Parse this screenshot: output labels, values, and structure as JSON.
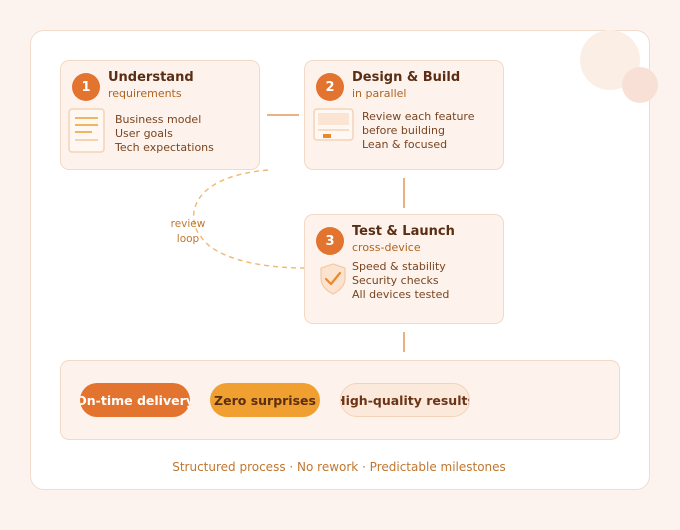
{
  "steps": [
    {
      "number": "1",
      "title": "Understand",
      "subtitle": "requirements",
      "lines": [
        "Business model",
        "User goals",
        "Tech expectations"
      ],
      "icon": "document-icon"
    },
    {
      "number": "2",
      "title": "Design & Build",
      "subtitle": "in parallel",
      "lines": [
        "Review each feature",
        "before building",
        "Lean & focused"
      ],
      "icon": "browser-window-icon"
    },
    {
      "number": "3",
      "title": "Test & Launch",
      "subtitle": "cross-device",
      "lines": [
        "Speed & stability",
        "Security checks",
        "All devices tested"
      ],
      "icon": "shield-check-icon"
    }
  ],
  "loop": {
    "line1": "review",
    "line2": "loop"
  },
  "outcomes": [
    "On-time delivery",
    "Zero surprises",
    "High-quality results"
  ],
  "footer": "Structured process · No rework · Predictable milestones",
  "colors": {
    "accent": "#e2742f",
    "accent_alt": "#f0a030",
    "card_bg": "#fdf3ec",
    "card_border": "#f3d9c6",
    "title": "#5a2e14",
    "muted": "#c0772f"
  }
}
